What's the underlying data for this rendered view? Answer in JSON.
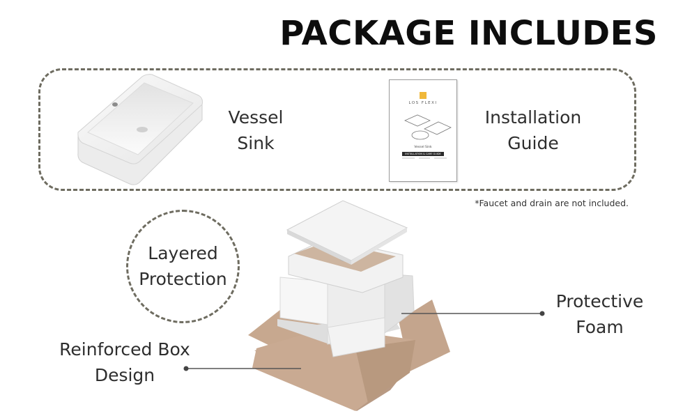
{
  "header": {
    "title": "PACKAGE INCLUDES"
  },
  "items": {
    "vessel_sink": {
      "line1": "Vessel",
      "line2": "Sink"
    },
    "installation_guide": {
      "line1": "Installation",
      "line2": "Guide"
    }
  },
  "guide_cover": {
    "brand": "LOS FLEXI",
    "model": "Vessel Sink",
    "heading": "INSTALLATION & CARE GUIDE"
  },
  "note": "*Faucet and drain are not included.",
  "callouts": {
    "layered": {
      "line1": "Layered",
      "line2": "Protection"
    },
    "foam": {
      "line1": "Protective",
      "line2": "Foam"
    },
    "box": {
      "line1": "Reinforced Box",
      "line2": "Design"
    }
  },
  "colors": {
    "dash": "#6e6c60",
    "cardboard": "#c9aa92",
    "foam": "#f2f2f2",
    "logo": "#f0b83a"
  }
}
